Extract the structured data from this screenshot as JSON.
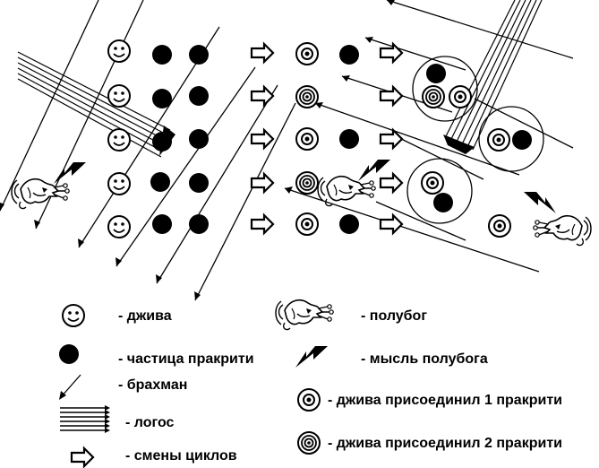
{
  "legend": {
    "jiva": "- джива",
    "particle": "- частица пракрити",
    "brahman": "- брахман",
    "logos": "- логос",
    "cycles": "- смены циклов",
    "demigod": "- полубог",
    "thought": "- мысль полубога",
    "jiva1": "- джива присоединил 1 пракрити",
    "jiva2": "- джива присоединил 2 пракрити"
  },
  "colors": {
    "ink": "#000000",
    "background": "#ffffff"
  }
}
